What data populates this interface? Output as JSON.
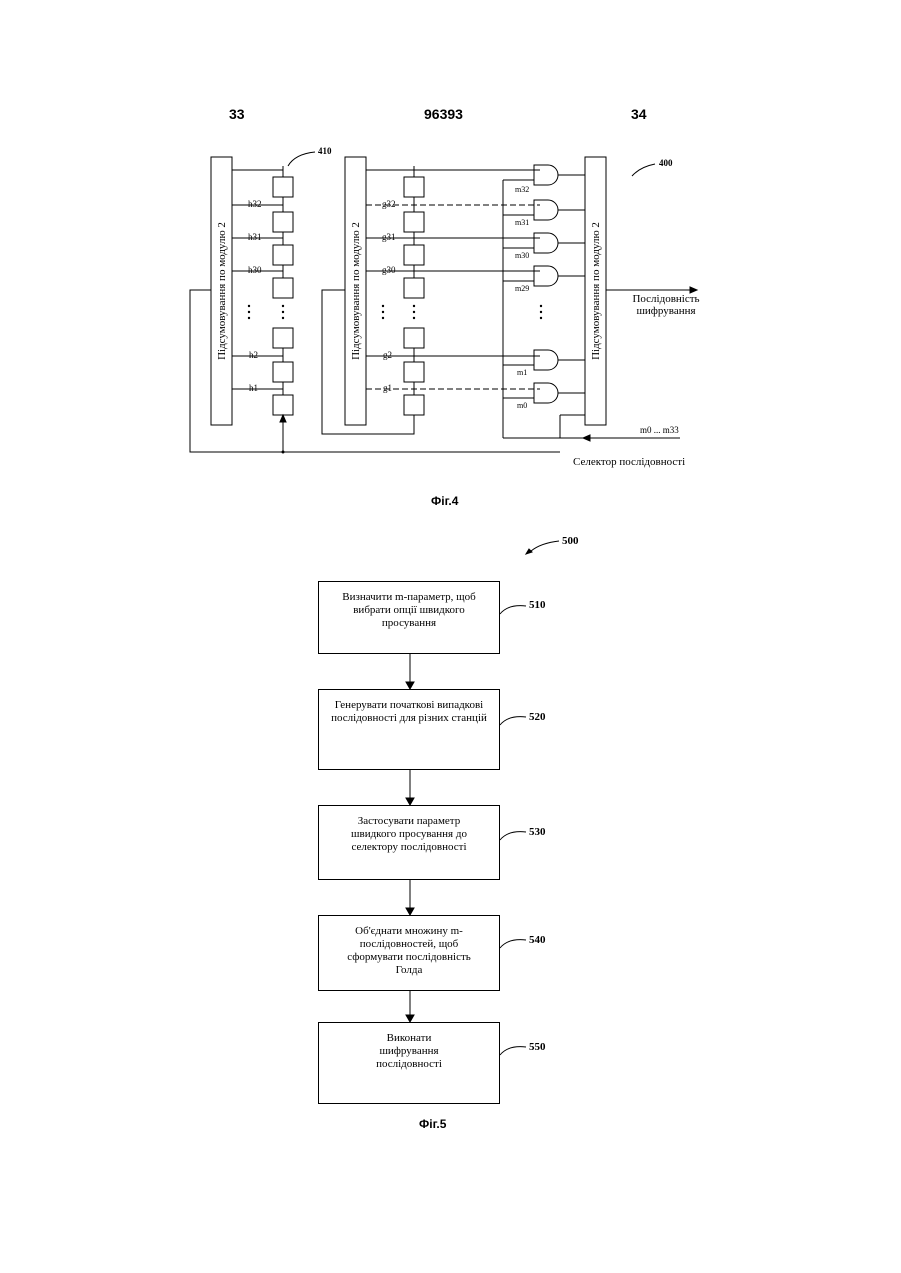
{
  "header": {
    "left": "33",
    "center": "96393",
    "right": "34"
  },
  "fig4": {
    "ref_generator": "410",
    "ref_device": "400",
    "sum_label": "Підсумовування по модулю 2",
    "h_labels": [
      "h32",
      "h31",
      "h30",
      "h2",
      "h1"
    ],
    "g_labels": [
      "g32",
      "g31",
      "g30",
      "g2",
      "g1"
    ],
    "m_labels": [
      "m32",
      "m31",
      "m30",
      "m29",
      "m1",
      "m0"
    ],
    "output_line1": "Послідовність",
    "output_line2": "шифрування",
    "m_input": "m0 ... m33",
    "selector": "Селектор послідовності",
    "caption": "Фіг.4"
  },
  "fig5": {
    "ref": "500",
    "steps": [
      {
        "ref": "510",
        "text": "Визначити m-параметр, щоб вибрати опції швидкого просування"
      },
      {
        "ref": "520",
        "text": "Генерувати початкові випадкові послідовності для різних станцій"
      },
      {
        "ref": "530",
        "text": "Застосувати параметр швидкого просування до селектору послідовності"
      },
      {
        "ref": "540",
        "text": "Об'єднати множину m-послідовностей, щоб сформувати послідовність Голда"
      },
      {
        "ref": "550",
        "text": "Виконати шифрування послідовності"
      }
    ],
    "caption": "Фіг.5"
  }
}
